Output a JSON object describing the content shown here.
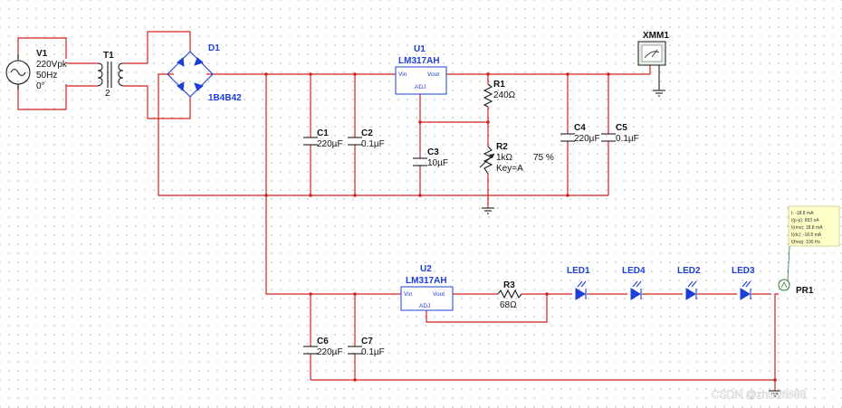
{
  "components": {
    "V1": {
      "ref": "V1",
      "value": "220Vpk",
      "freq": "50Hz",
      "phase": "0°"
    },
    "T1": {
      "ref": "T1",
      "pin": "2"
    },
    "D1": {
      "ref": "D1",
      "part": "1B4B42"
    },
    "U1": {
      "ref": "U1",
      "part": "LM317AH",
      "pin_vin": "Vin",
      "pin_vout": "Vout",
      "pin_adj": "ADJ"
    },
    "U2": {
      "ref": "U2",
      "part": "LM317AH",
      "pin_vin": "Vin",
      "pin_vout": "Vout",
      "pin_adj": "ADJ"
    },
    "C1": {
      "ref": "C1",
      "value": "220µF"
    },
    "C2": {
      "ref": "C2",
      "value": "0.1µF"
    },
    "C3": {
      "ref": "C3",
      "value": "10µF"
    },
    "C4": {
      "ref": "C4",
      "value": "220µF"
    },
    "C5": {
      "ref": "C5",
      "value": "0.1µF"
    },
    "C6": {
      "ref": "C6",
      "value": "220µF"
    },
    "C7": {
      "ref": "C7",
      "value": "0.1µF"
    },
    "R1": {
      "ref": "R1",
      "value": "240Ω"
    },
    "R2": {
      "ref": "R2",
      "value": "1kΩ",
      "key": "Key=A",
      "percent": "75 %"
    },
    "R3": {
      "ref": "R3",
      "value": "68Ω"
    },
    "XMM1": {
      "ref": "XMM1"
    },
    "LED1": {
      "ref": "LED1"
    },
    "LED4": {
      "ref": "LED4"
    },
    "LED2": {
      "ref": "LED2"
    },
    "LED3": {
      "ref": "LED3"
    },
    "PR1": {
      "ref": "PR1"
    }
  },
  "probe_readout": [
    "I: -18.8 mA",
    "I(p-p): 893 nA",
    "I(rms): 18.8 mA",
    "I(dc): -18.8 mA",
    "I(freq): 100 Hz"
  ],
  "watermark": "CSDN @zhusi6688",
  "colors": {
    "wire": "#d42020",
    "ref_label": "#1c3fd8",
    "probe_box": "#ffffc8"
  }
}
